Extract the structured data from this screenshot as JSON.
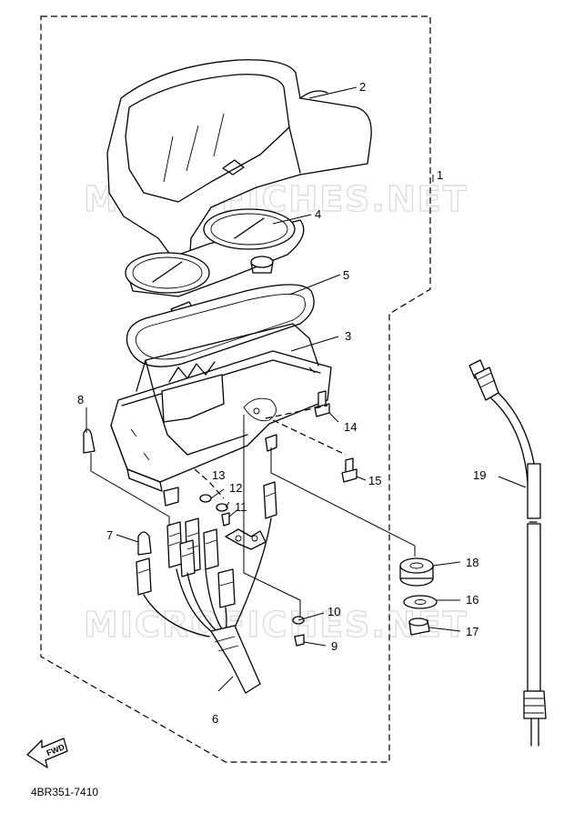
{
  "diagram": {
    "reference_code": "4BR351-7410",
    "watermark": "MICROFICHES.NET",
    "fwd_label": "FWD",
    "callouts": [
      "1",
      "2",
      "3",
      "4",
      "5",
      "6",
      "7",
      "8",
      "9",
      "10",
      "11",
      "12",
      "13",
      "14",
      "15",
      "16",
      "17",
      "18",
      "19"
    ]
  }
}
